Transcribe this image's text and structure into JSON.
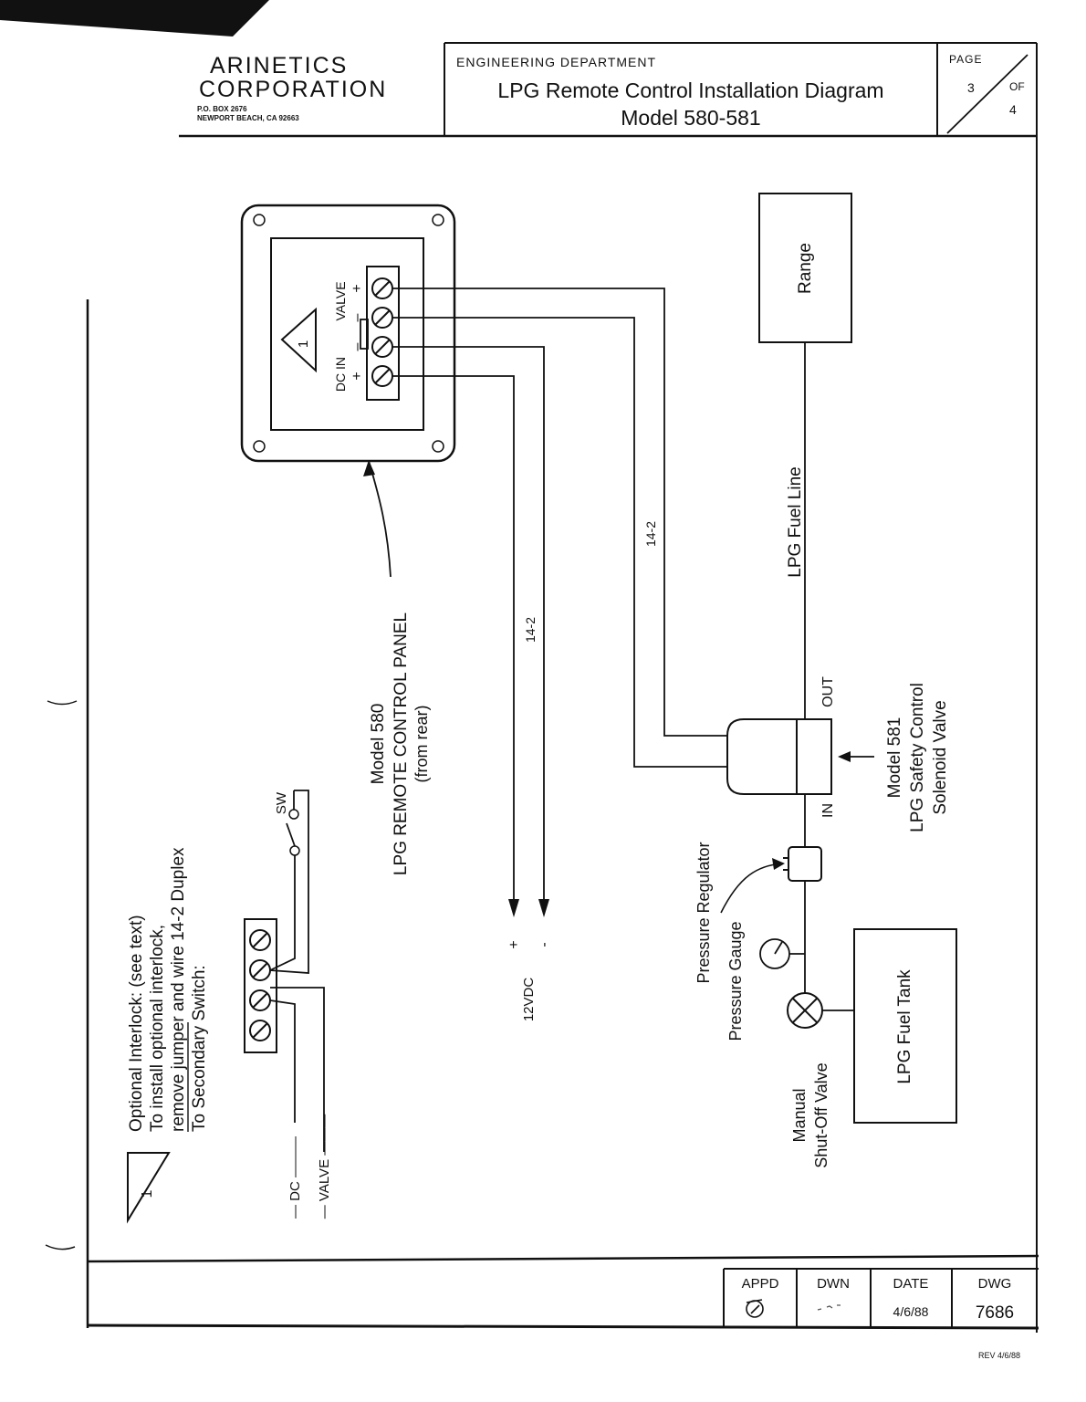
{
  "header": {
    "company_line1": "ARINETICS",
    "company_line2": "CORPORATION",
    "address_line1": "P.O. BOX 2676",
    "address_line2": "NEWPORT BEACH, CA 92663",
    "department": "ENGINEERING DEPARTMENT",
    "title_line1": "LPG Remote Control Installation Diagram",
    "title_line2": "Model 580-581",
    "page_label": "PAGE",
    "page_number": "3",
    "page_of": "OF",
    "page_total": "4"
  },
  "diagram": {
    "panel_terminals": {
      "valve_label": "VALVE",
      "dc_in_label": "DC IN",
      "plus": "+",
      "minus": "–",
      "note_marker": "1"
    },
    "panel_caption": [
      "Model 580",
      "LPG REMOTE CONTROL PANEL",
      "(from rear)"
    ],
    "wire_gauge_label": "14-2",
    "supply": {
      "plus": "+",
      "minus": "-",
      "label": "12VDC"
    },
    "range_label": "Range",
    "fuel_line_label": "LPG Fuel Line",
    "solenoid": {
      "out_label": "OUT",
      "in_label": "IN",
      "caption": [
        "Model 581",
        "LPG Safety Control",
        "Solenoid Valve"
      ]
    },
    "pressure_regulator_label": "Pressure Regulator",
    "pressure_gauge_label": "Pressure Gauge",
    "shutoff_caption": [
      "Manual",
      "Shut-Off Valve"
    ],
    "fuel_tank_label": "LPG Fuel Tank",
    "interlock_note": {
      "marker": "1",
      "lines": [
        "Optional Interlock: (see text)",
        "To install optional interlock,",
        "remove jumper and wire 14-2 Duplex",
        "To Secondary Switch:"
      ],
      "switch_label": "SW",
      "dc_label": "— DC ———",
      "valve_label": "— VALVE ———"
    }
  },
  "title_block": {
    "appd_label": "APPD",
    "dwn_label": "DWN",
    "date_label": "DATE",
    "date_value": "4/6/88",
    "dwg_label": "DWG",
    "dwg_value": "7686"
  },
  "revision_note": "REV 4/6/88"
}
